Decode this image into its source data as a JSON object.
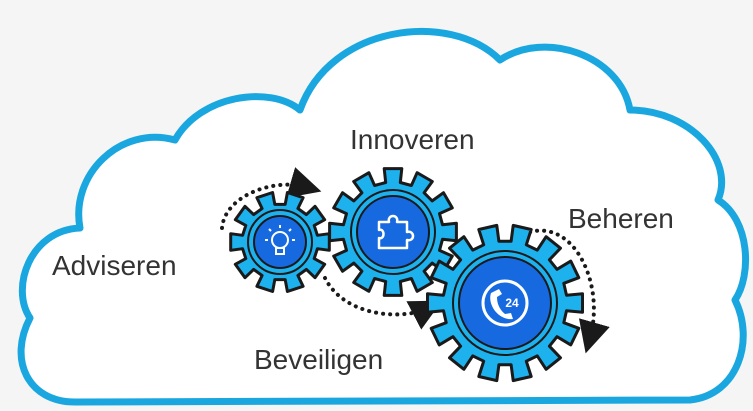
{
  "labels": {
    "innoveren": "Innoveren",
    "beheren": "Beheren",
    "adviseren": "Adviseren",
    "beveiligen": "Beveiligen"
  },
  "gears": [
    {
      "id": "gear-adviseren",
      "icon": "lightbulb-icon"
    },
    {
      "id": "gear-innoveren",
      "icon": "puzzle-piece-icon"
    },
    {
      "id": "gear-beheren",
      "icon": "phone-24-icon",
      "icon_text": "24"
    }
  ],
  "colors": {
    "cloud_outline": "#1aa7e0",
    "cloud_fill": "#ffffff",
    "gear_fill": "#1db2ee",
    "gear_inner": "#1769e0",
    "gear_outline": "#1a1a1a",
    "arrow": "#1a1a1a",
    "text": "#333333"
  }
}
